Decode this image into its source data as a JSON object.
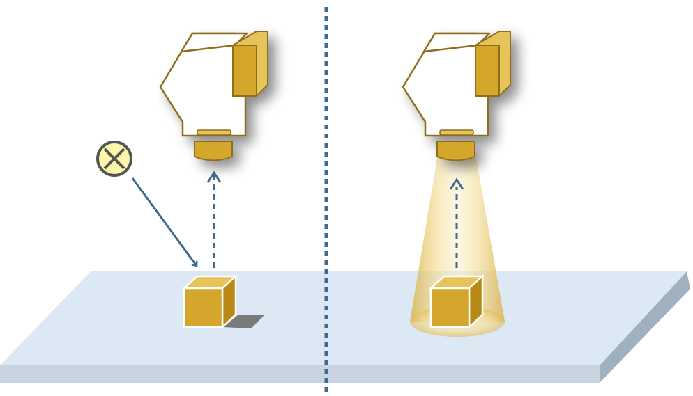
{
  "panels": [
    {
      "id": "left-panel",
      "illumination": "external-light-source",
      "cue": "shadow"
    },
    {
      "id": "right-panel",
      "illumination": "integrated-light-cone",
      "cue": "uniform-light"
    }
  ],
  "colors": {
    "background": "#ffffff",
    "table_top": "#dce8f3",
    "table_top_edge": "#c9d8e6",
    "table_front": "#c0cdd9",
    "table_side": "#9fb1c1",
    "gold": "#d4a72c",
    "gold_light": "#e7c45a",
    "gold_dark": "#b88a15",
    "outline": "#8e6d1e",
    "arrow": "#3f6a8c",
    "divider": "#3f6a8c",
    "shadow": "#7a7a7a",
    "lamp_fill": "#fbf6a8",
    "lamp_stroke": "#555555",
    "light_cone": "#e9cf7a"
  },
  "icons": {
    "light_source": "lamp-icon",
    "camera": "camera-icon",
    "object": "cube-icon"
  }
}
